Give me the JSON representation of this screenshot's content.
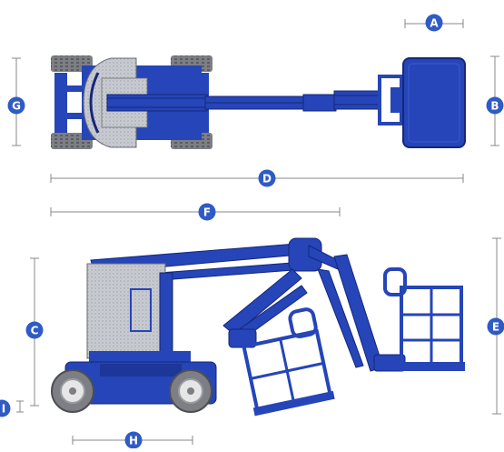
{
  "colors": {
    "machine_blue": "#2545b8",
    "machine_dark": "#16277a",
    "badge_blue": "#2f5bc6",
    "dimension_line": "#888888",
    "counterweight_grey": "#c9cbd2",
    "tire_grey": "#7d7f85",
    "wheel_hub": "#e6e6e6"
  },
  "dimension_labels": {
    "a": "A",
    "b": "B",
    "c": "C",
    "d": "D",
    "e": "E",
    "f": "F",
    "g": "G",
    "h": "H",
    "i": "I"
  },
  "views": [
    "top-view",
    "side-view"
  ]
}
